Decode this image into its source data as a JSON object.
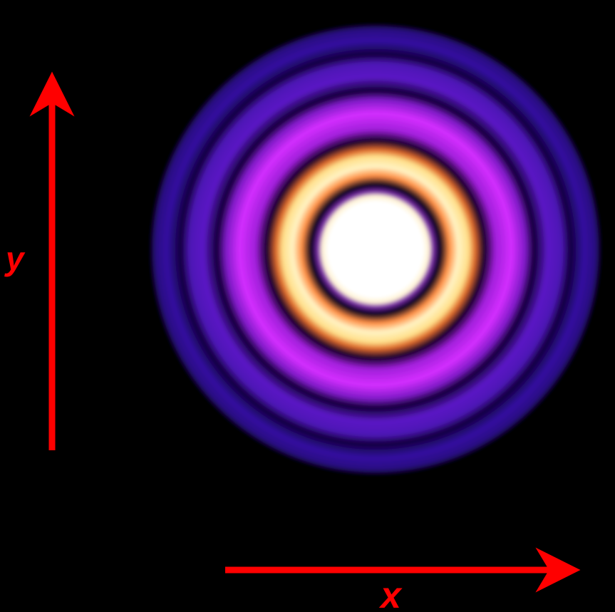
{
  "figure": {
    "background_color": "#000000",
    "axis_color": "#ff0000",
    "axes": {
      "x_label": "x",
      "y_label": "y"
    },
    "pattern": {
      "description_type": "concentric ring interference pattern",
      "central_spot_color": "#ffffff",
      "bright_ring_color": "#fff1c0",
      "inner_ring_color": "#ff9a55",
      "middle_ring_color": "#b016e8",
      "outer_ring_color": "#4a15b0",
      "dark_ring_color": "#05001a"
    }
  }
}
